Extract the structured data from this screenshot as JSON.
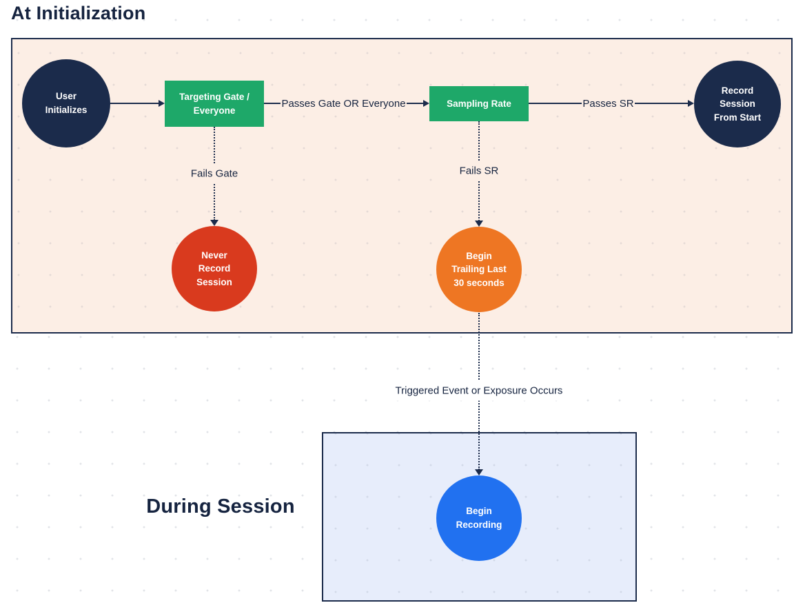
{
  "sections": {
    "initialization": {
      "title": "At Initialization"
    },
    "during_session": {
      "title": "During Session"
    }
  },
  "nodes": {
    "user_initializes": {
      "label": "User\nInitializes",
      "shape": "circle",
      "color": "#1B2B4B"
    },
    "targeting_gate": {
      "label": "Targeting Gate /\nEveryone",
      "shape": "rectangle",
      "color": "#1EA869"
    },
    "sampling_rate": {
      "label": "Sampling Rate",
      "shape": "rectangle",
      "color": "#1EA869"
    },
    "record_session_from_start": {
      "label": "Record\nSession\nFrom Start",
      "shape": "circle",
      "color": "#1B2B4B"
    },
    "never_record_session": {
      "label": "Never\nRecord\nSession",
      "shape": "circle",
      "color": "#D93A1E"
    },
    "begin_trailing": {
      "label": "Begin\nTrailing Last\n30 seconds",
      "shape": "circle",
      "color": "#EE7623"
    },
    "begin_recording": {
      "label": "Begin\nRecording",
      "shape": "circle",
      "color": "#2171F0"
    }
  },
  "edges": {
    "user_to_gate": {
      "label": "",
      "style": "solid-arrow"
    },
    "gate_to_sampling": {
      "label": "Passes Gate OR Everyone",
      "style": "solid-arrow"
    },
    "sampling_to_record": {
      "label": "Passes SR",
      "style": "solid-arrow"
    },
    "gate_fails": {
      "label": "Fails Gate",
      "style": "dotted-arrow"
    },
    "sampling_fails": {
      "label": "Fails SR",
      "style": "dotted-arrow"
    },
    "trailing_to_recording": {
      "label": "Triggered Event or Exposure Occurs",
      "style": "dotted-arrow"
    }
  },
  "colors": {
    "navy": "#1B2B4B",
    "ink": "#15233F",
    "green": "#1EA869",
    "red": "#D93A1E",
    "orange": "#EE7623",
    "blue": "#2171F0",
    "peach": "#FCEEE5",
    "lightblue": "#E7EDFB"
  }
}
